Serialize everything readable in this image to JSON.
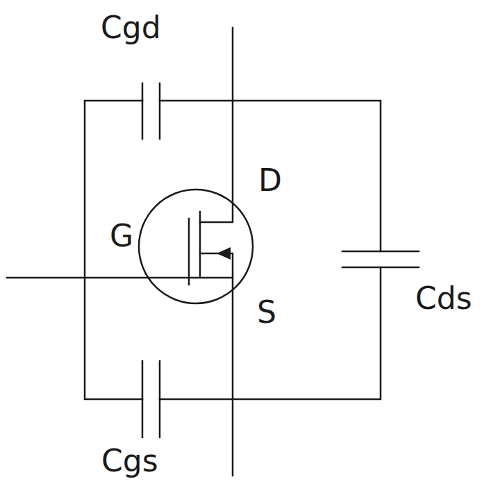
{
  "diagram": {
    "labels": [
      "Cgd",
      "D",
      "G",
      "S",
      "Cds",
      "Cgs"
    ]
  }
}
